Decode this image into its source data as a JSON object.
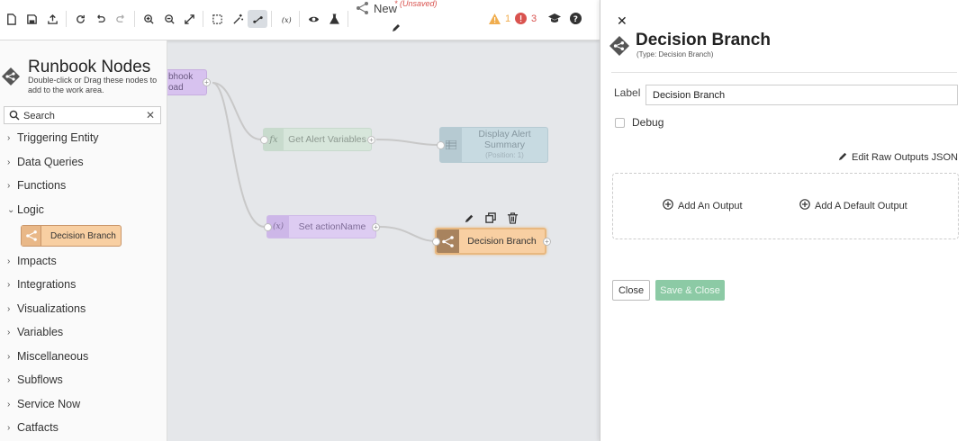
{
  "toolbar": {
    "title": "New",
    "unsaved": "* (Unsaved)",
    "warning_count": "1",
    "error_count": "3",
    "colors": {
      "warning": "#f0ad4e",
      "error": "#d9534f"
    }
  },
  "sidebar": {
    "title": "Runbook Nodes",
    "subtitle": "Double-click or Drag these nodes to add to the work area.",
    "search_placeholder": "Search",
    "categories": [
      "Triggering Entity",
      "Data Queries",
      "Functions",
      "Logic",
      "Impacts",
      "Integrations",
      "Visualizations",
      "Variables",
      "Miscellaneous",
      "Subflows",
      "Service Now",
      "Catfacts"
    ],
    "expanded_item": "Decision Branch"
  },
  "canvas": {
    "nodes": {
      "webhook": "Webhook\nPayload",
      "webhook_visible_1": "bhook",
      "webhook_visible_2": "oad",
      "get_alert_vars": "Get Alert Variables",
      "display_alert_1": "Display Alert",
      "display_alert_2": "Summary",
      "display_alert_pos": "(Position: 1)",
      "set_action": "Set actionName",
      "decision": "Decision Branch"
    }
  },
  "panel": {
    "title": "Decision Branch",
    "type": "(Type: Decision Branch)",
    "label_label": "Label",
    "label_value": "Decision Branch",
    "debug_label": "Debug",
    "edit_raw": "Edit Raw Outputs JSON",
    "add_output": "Add An Output",
    "add_default_output": "Add A Default Output",
    "close_button": "Close",
    "save_close_button": "Save & Close"
  }
}
